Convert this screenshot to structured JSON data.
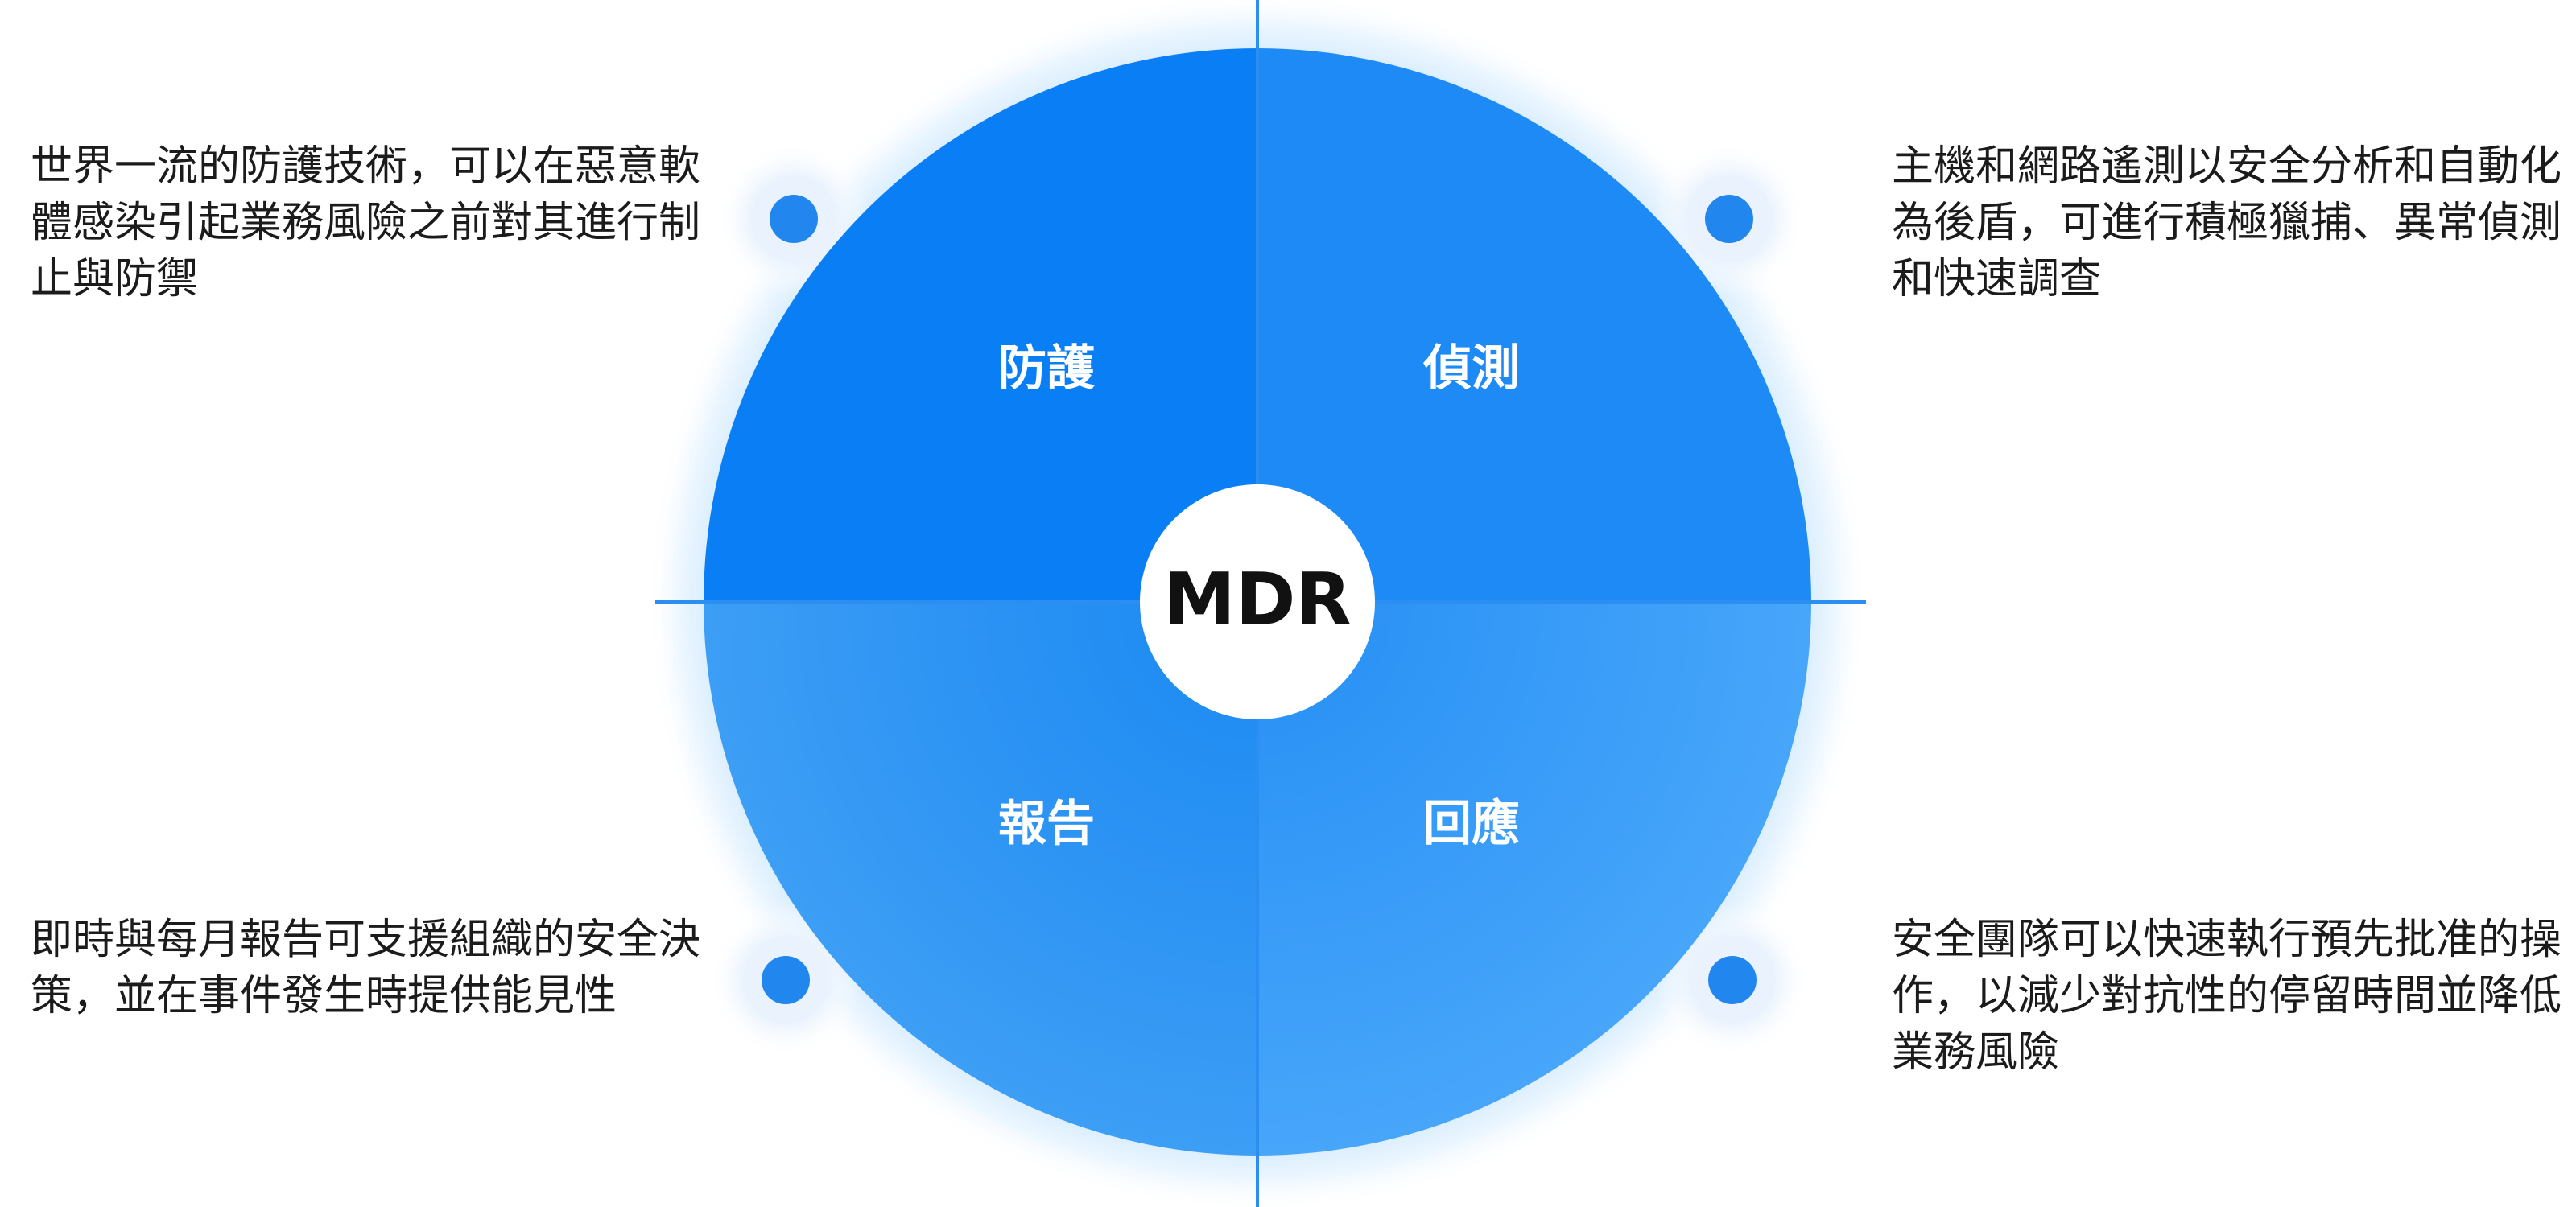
{
  "center": {
    "label": "MDR"
  },
  "quadrants": {
    "top_left": {
      "label": "防護",
      "description": "世界一流的防護技術，可以在惡意軟體感染引起業務風險之前對其進行制止與防禦"
    },
    "top_right": {
      "label": "偵測",
      "description": "主機和網路遙測以安全分析和自動化為後盾，可進行積極獵捕、異常偵測和快速調查"
    },
    "bottom_left": {
      "label": "報告",
      "description": "即時與每月報告可支援組織的安全決策，並在事件發生時提供能見性"
    },
    "bottom_right": {
      "label": "回應",
      "description": "安全團隊可以快速執行預先批准的操作，以減少對抗性的停留時間並降低業務風險"
    }
  },
  "colors": {
    "top_left": "#0a7ff5",
    "top_right": "#1e8af5",
    "bottom_left": "#2a92f3",
    "bottom_right": "#3a9cf8",
    "axis": "#2b8ef0",
    "dot": "#2187ee",
    "text": "#1b1b1b",
    "label": "#ffffff",
    "center_text": "#111111"
  }
}
